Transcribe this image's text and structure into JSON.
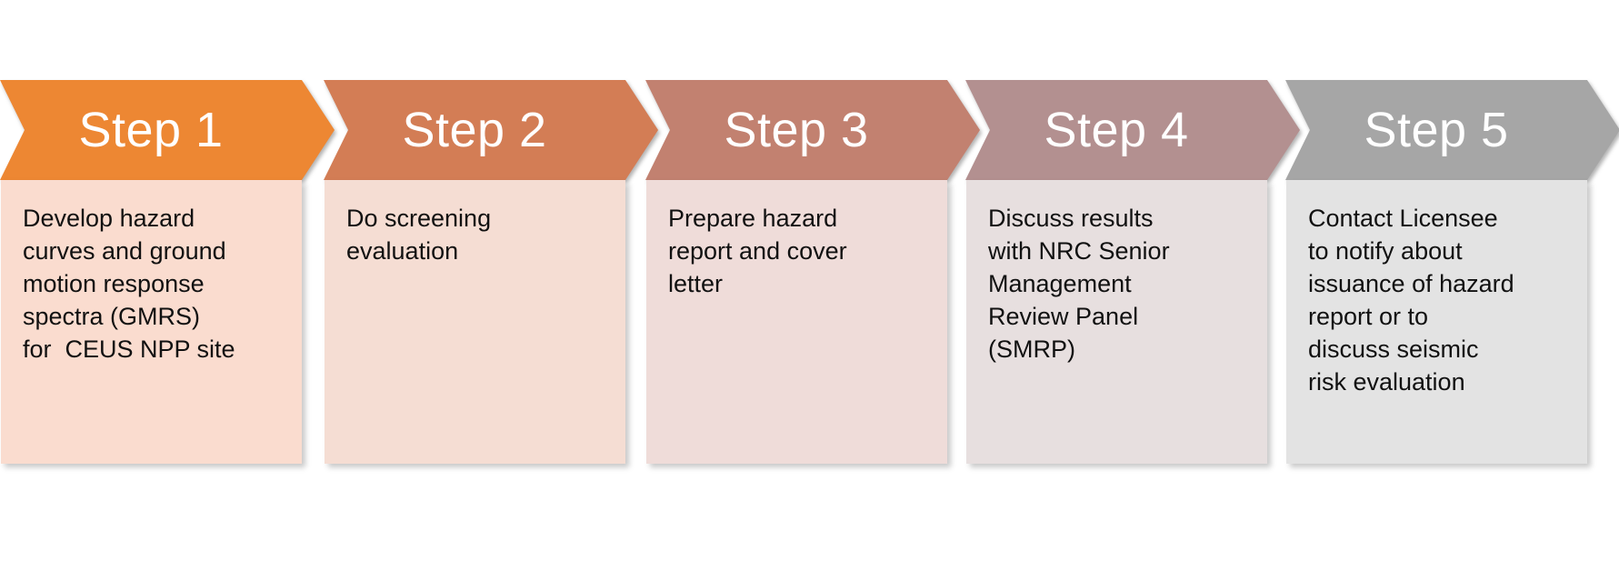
{
  "diagram": {
    "type": "process-flow",
    "label_color": "#FFFFFF",
    "text_color": "#111111",
    "background_color": "#FFFFFF",
    "steps": [
      {
        "label": "Step 1",
        "description": "Develop hazard\ncurves and ground\nmotion response\nspectra (GMRS)\nfor  CEUS NPP site",
        "header_color": "#ED8733",
        "body_color": "#FADCCF"
      },
      {
        "label": "Step 2",
        "description": "Do screening\nevaluation",
        "header_color": "#D37D55",
        "body_color": "#F5DDD3"
      },
      {
        "label": "Step 3",
        "description": "Prepare hazard\nreport and cover\nletter",
        "header_color": "#C28170",
        "body_color": "#EFDCD9"
      },
      {
        "label": "Step 4",
        "description": "Discuss results\nwith NRC Senior\nManagement\nReview Panel\n(SMRP)",
        "header_color": "#B39090",
        "body_color": "#E7DFDF"
      },
      {
        "label": "Step 5",
        "description": "Contact Licensee\nto notify about\nissuance of hazard\nreport or to\ndiscuss seismic\nrisk evaluation",
        "header_color": "#A6A6A6",
        "body_color": "#E3E3E3"
      }
    ]
  }
}
